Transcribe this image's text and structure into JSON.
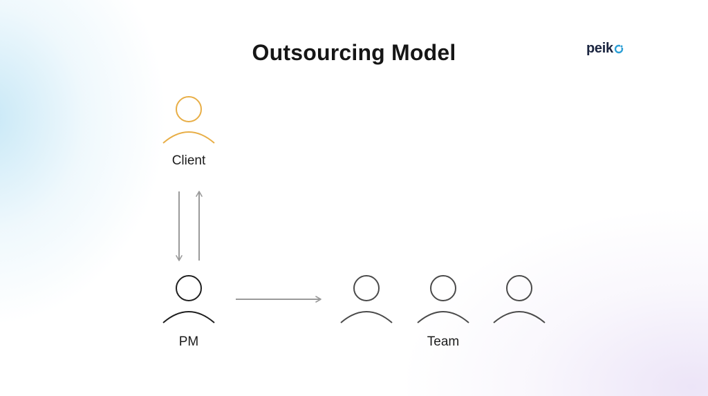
{
  "header": {
    "title": "Outsourcing Model",
    "logo_text": "peik"
  },
  "nodes": {
    "client": {
      "label": "Client",
      "color": "#E8AE46"
    },
    "pm": {
      "label": "PM",
      "color": "#1E1E1E"
    },
    "team": {
      "label": "Team",
      "color": "#4A4A4A"
    }
  },
  "colors": {
    "arrow": "#9A9A9A",
    "logo_accent": "#2C9FD6"
  }
}
